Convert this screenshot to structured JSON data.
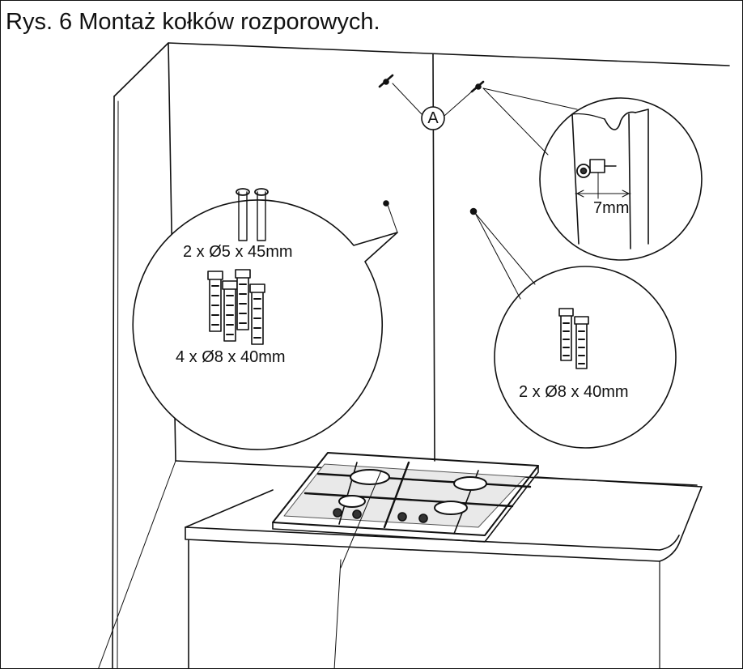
{
  "figure": {
    "title": "Rys. 6 Montaż kołków rozporowych."
  },
  "labels": {
    "point_marker": "A",
    "screws": "2 x Ø5 x 45mm",
    "wall_plugs_left": "4 x Ø8 x 40mm",
    "wall_plugs_right": "2 x Ø8 x 40mm",
    "protrusion": "7mm"
  },
  "icons": {
    "screw": "screw-icon",
    "wall_plug": "wall-plug-icon",
    "hook": "hook-icon",
    "hob": "gas-hob-icon"
  },
  "colors": {
    "line": "#111111",
    "background": "#ffffff",
    "hob_shade": "#555555"
  }
}
